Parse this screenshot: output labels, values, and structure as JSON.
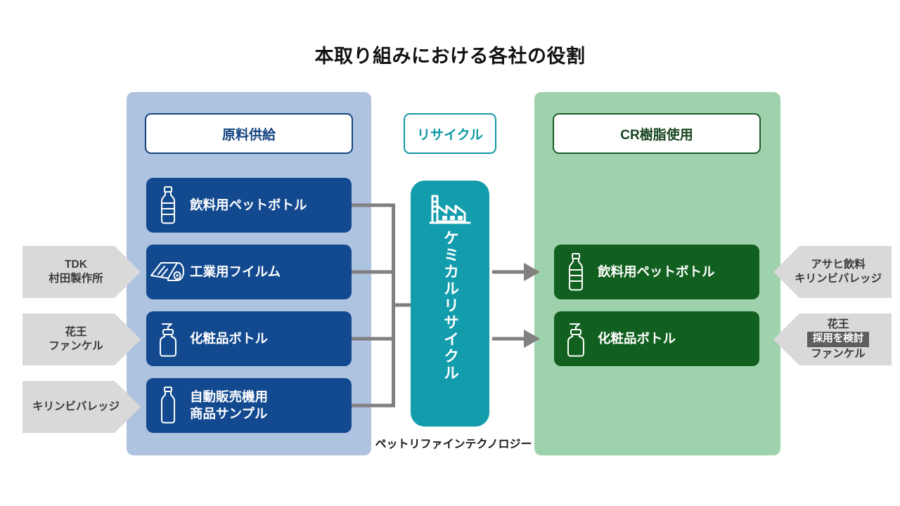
{
  "title": "本取り組みにおける各社の役割",
  "colors": {
    "supply_panel": "#aec3e0",
    "use_panel": "#9ed2ac",
    "supply_item": "#12498f",
    "use_item": "#11601f",
    "recycle": "#139cab",
    "chevron": "#d9d9d9",
    "badge": "#5e5e5e",
    "connector": "#808080"
  },
  "sections": {
    "supply": {
      "header": "原料供給"
    },
    "recycle": {
      "header": "リサイクル",
      "label": "ケミカルリサイクル",
      "caption": "ペットリファインテクノロジー"
    },
    "use": {
      "header": "CR樹脂使用"
    }
  },
  "supply_items": [
    {
      "label": "飲料用ペットボトル",
      "icon": "pet-bottle-icon"
    },
    {
      "label": "工業用フイルム",
      "icon": "film-roll-icon"
    },
    {
      "label": "化粧品ボトル",
      "icon": "pump-bottle-icon"
    },
    {
      "label": "自動販売機用\n商品サンプル",
      "icon": "sample-bottle-icon"
    }
  ],
  "use_items": [
    {
      "label": "飲料用ペットボトル",
      "icon": "pet-bottle-icon"
    },
    {
      "label": "化粧品ボトル",
      "icon": "pump-bottle-icon"
    }
  ],
  "suppliers": [
    {
      "lines": [
        "TDK",
        "村田製作所"
      ]
    },
    {
      "lines": [
        "花王",
        "ファンケル"
      ]
    },
    {
      "lines": [
        "キリンビバレッジ"
      ]
    }
  ],
  "customers": [
    {
      "lines": [
        "アサヒ飲料",
        "キリンビバレッジ"
      ],
      "badge": null
    },
    {
      "lines": [
        "花王",
        "ファンケル"
      ],
      "badge": "採用を検討"
    }
  ]
}
